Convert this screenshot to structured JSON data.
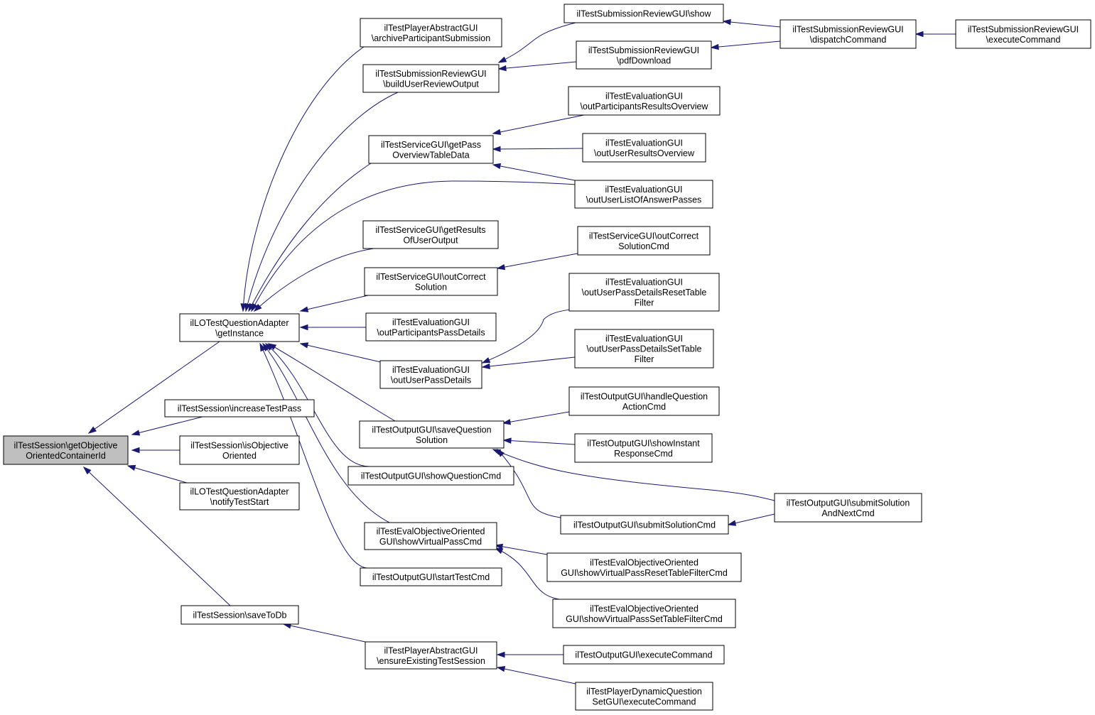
{
  "colors": {
    "edge": "#191970",
    "focus_fill": "#bfbfbf",
    "node_fill": "#ffffff",
    "node_border": "#000000"
  },
  "nodes": [
    {
      "id": "root",
      "lines": [
        "ilTestSession\\getObjective",
        "OrientedContainerId"
      ],
      "focus": true
    },
    {
      "id": "adapter_getInstance",
      "lines": [
        "ilLOTestQuestionAdapter",
        "\\getInstance"
      ]
    },
    {
      "id": "session_increaseTestPass",
      "lines": [
        "ilTestSession\\increaseTestPass"
      ]
    },
    {
      "id": "session_isObjectiveOriented",
      "lines": [
        "ilTestSession\\isObjective",
        "Oriented"
      ]
    },
    {
      "id": "adapter_notifyTestStart",
      "lines": [
        "ilLOTestQuestionAdapter",
        "\\notifyTestStart"
      ]
    },
    {
      "id": "session_saveToDb",
      "lines": [
        "ilTestSession\\saveToDb"
      ]
    },
    {
      "id": "player_archive",
      "lines": [
        "ilTestPlayerAbstractGUI",
        "\\archiveParticipantSubmission"
      ]
    },
    {
      "id": "review_build",
      "lines": [
        "ilTestSubmissionReviewGUI",
        "\\buildUserReviewOutput"
      ]
    },
    {
      "id": "service_getPass",
      "lines": [
        "ilTestServiceGUI\\getPass",
        "OverviewTableData"
      ]
    },
    {
      "id": "service_getResults",
      "lines": [
        "ilTestServiceGUI\\getResults",
        "OfUserOutput"
      ]
    },
    {
      "id": "service_outCorrect",
      "lines": [
        "ilTestServiceGUI\\outCorrect",
        "Solution"
      ]
    },
    {
      "id": "eval_outParticipantsPass",
      "lines": [
        "ilTestEvaluationGUI",
        "\\outParticipantsPassDetails"
      ]
    },
    {
      "id": "eval_outUserPassDetails",
      "lines": [
        "ilTestEvaluationGUI",
        "\\outUserPassDetails"
      ]
    },
    {
      "id": "output_saveQuestion",
      "lines": [
        "ilTestOutputGUI\\saveQuestion",
        "Solution"
      ]
    },
    {
      "id": "output_showQuestionCmd",
      "lines": [
        "ilTestOutputGUI\\showQuestionCmd"
      ]
    },
    {
      "id": "evalobj_showVirtual",
      "lines": [
        "ilTestEvalObjectiveOriented",
        "GUI\\showVirtualPassCmd"
      ]
    },
    {
      "id": "output_startTestCmd",
      "lines": [
        "ilTestOutputGUI\\startTestCmd"
      ]
    },
    {
      "id": "player_ensure",
      "lines": [
        "ilTestPlayerAbstractGUI",
        "\\ensureExistingTestSession"
      ]
    },
    {
      "id": "review_show",
      "lines": [
        "ilTestSubmissionReviewGUI\\show"
      ]
    },
    {
      "id": "review_pdf",
      "lines": [
        "ilTestSubmissionReviewGUI",
        "\\pdfDownload"
      ]
    },
    {
      "id": "eval_outParticipantsResults",
      "lines": [
        "ilTestEvaluationGUI",
        "\\outParticipantsResultsOverview"
      ]
    },
    {
      "id": "eval_outUserResults",
      "lines": [
        "ilTestEvaluationGUI",
        "\\outUserResultsOverview"
      ]
    },
    {
      "id": "eval_outUserList",
      "lines": [
        "ilTestEvaluationGUI",
        "\\outUserListOfAnswerPasses"
      ]
    },
    {
      "id": "service_outCorrectCmd",
      "lines": [
        "ilTestServiceGUI\\outCorrect",
        "SolutionCmd"
      ]
    },
    {
      "id": "eval_resetFilter",
      "lines": [
        "ilTestEvaluationGUI",
        "\\outUserPassDetailsResetTable",
        "Filter"
      ]
    },
    {
      "id": "eval_setFilter",
      "lines": [
        "ilTestEvaluationGUI",
        "\\outUserPassDetailsSetTable",
        "Filter"
      ]
    },
    {
      "id": "output_handleAction",
      "lines": [
        "ilTestOutputGUI\\handleQuestion",
        "ActionCmd"
      ]
    },
    {
      "id": "output_showInstant",
      "lines": [
        "ilTestOutputGUI\\showInstant",
        "ResponseCmd"
      ]
    },
    {
      "id": "output_submitSolution",
      "lines": [
        "ilTestOutputGUI\\submitSolutionCmd"
      ]
    },
    {
      "id": "evalobj_resetFilter",
      "lines": [
        "ilTestEvalObjectiveOriented",
        "GUI\\showVirtualPassResetTableFilterCmd"
      ]
    },
    {
      "id": "evalobj_setFilter",
      "lines": [
        "ilTestEvalObjectiveOriented",
        "GUI\\showVirtualPassSetTableFilterCmd"
      ]
    },
    {
      "id": "output_executeCommand",
      "lines": [
        "ilTestOutputGUI\\executeCommand"
      ]
    },
    {
      "id": "dynamic_executeCommand",
      "lines": [
        "ilTestPlayerDynamicQuestion",
        "SetGUI\\executeCommand"
      ]
    },
    {
      "id": "review_dispatch",
      "lines": [
        "ilTestSubmissionReviewGUI",
        "\\dispatchCommand"
      ]
    },
    {
      "id": "output_submitNext",
      "lines": [
        "ilTestOutputGUI\\submitSolution",
        "AndNextCmd"
      ]
    },
    {
      "id": "review_execute",
      "lines": [
        "ilTestSubmissionReviewGUI",
        "\\executeCommand"
      ]
    }
  ],
  "edges": [
    {
      "to": "root",
      "from": "adapter_getInstance"
    },
    {
      "to": "root",
      "from": "session_increaseTestPass"
    },
    {
      "to": "root",
      "from": "session_isObjectiveOriented"
    },
    {
      "to": "root",
      "from": "adapter_notifyTestStart"
    },
    {
      "to": "root",
      "from": "session_saveToDb"
    },
    {
      "to": "adapter_getInstance",
      "from": "player_archive"
    },
    {
      "to": "adapter_getInstance",
      "from": "review_build"
    },
    {
      "to": "adapter_getInstance",
      "from": "service_getPass"
    },
    {
      "to": "adapter_getInstance",
      "from": "eval_outUserList"
    },
    {
      "to": "adapter_getInstance",
      "from": "service_getResults"
    },
    {
      "to": "adapter_getInstance",
      "from": "service_outCorrect"
    },
    {
      "to": "adapter_getInstance",
      "from": "eval_outParticipantsPass"
    },
    {
      "to": "adapter_getInstance",
      "from": "eval_outUserPassDetails"
    },
    {
      "to": "adapter_getInstance",
      "from": "output_saveQuestion"
    },
    {
      "to": "adapter_getInstance",
      "from": "output_showQuestionCmd"
    },
    {
      "to": "adapter_getInstance",
      "from": "evalobj_showVirtual"
    },
    {
      "to": "adapter_getInstance",
      "from": "output_startTestCmd"
    },
    {
      "to": "session_saveToDb",
      "from": "player_ensure"
    },
    {
      "to": "review_build",
      "from": "review_show"
    },
    {
      "to": "review_build",
      "from": "review_pdf"
    },
    {
      "to": "service_getPass",
      "from": "eval_outParticipantsResults"
    },
    {
      "to": "service_getPass",
      "from": "eval_outUserResults"
    },
    {
      "to": "service_getPass",
      "from": "eval_outUserList"
    },
    {
      "to": "service_outCorrect",
      "from": "service_outCorrectCmd"
    },
    {
      "to": "eval_outUserPassDetails",
      "from": "eval_resetFilter"
    },
    {
      "to": "eval_outUserPassDetails",
      "from": "eval_setFilter"
    },
    {
      "to": "output_saveQuestion",
      "from": "output_handleAction"
    },
    {
      "to": "output_saveQuestion",
      "from": "output_showInstant"
    },
    {
      "to": "output_saveQuestion",
      "from": "output_submitNext"
    },
    {
      "to": "output_saveQuestion",
      "from": "output_submitSolution"
    },
    {
      "to": "evalobj_showVirtual",
      "from": "evalobj_resetFilter"
    },
    {
      "to": "evalobj_showVirtual",
      "from": "evalobj_setFilter"
    },
    {
      "to": "player_ensure",
      "from": "output_executeCommand"
    },
    {
      "to": "player_ensure",
      "from": "dynamic_executeCommand"
    },
    {
      "to": "review_show",
      "from": "review_dispatch"
    },
    {
      "to": "review_pdf",
      "from": "review_dispatch"
    },
    {
      "to": "output_submitSolution",
      "from": "output_submitNext"
    },
    {
      "to": "review_dispatch",
      "from": "review_execute"
    }
  ]
}
